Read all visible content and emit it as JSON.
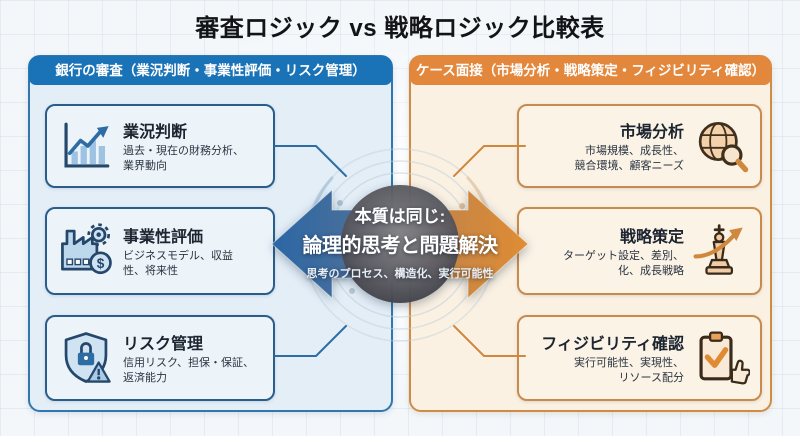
{
  "page": {
    "title": "審査ロジック vs 戦略ロジック比較表"
  },
  "left_panel": {
    "header": "銀行の審査（業況判断・事業性評価・リスク管理）",
    "accent_color": "#1a73b7",
    "cards": [
      {
        "icon": "growth-chart-icon",
        "title": "業況判断",
        "desc": "過去・現在の財務分析、\n業界動向"
      },
      {
        "icon": "factory-gear-icon",
        "title": "事業性評価",
        "desc": "ビジネスモデル、収益\n性、将来性"
      },
      {
        "icon": "shield-lock-icon",
        "title": "リスク管理",
        "desc": "信用リスク、担保・保証、\n返済能力"
      }
    ]
  },
  "right_panel": {
    "header": "ケース面接（市場分析・戦略策定・フィジビリティ確認）",
    "accent_color": "#e2873c",
    "cards": [
      {
        "icon": "globe-search-icon",
        "title": "市場分析",
        "desc": "市場規模、成長性、\n競合環境、顧客ニーズ"
      },
      {
        "icon": "chess-strategy-icon",
        "title": "戦略策定",
        "desc": "ターゲット設定、差別、\n化、成長戦略"
      },
      {
        "icon": "clipboard-check-icon",
        "title": "フィジビリティ確認",
        "desc": "実行可能性、実現性、\nリソース配分"
      }
    ]
  },
  "center": {
    "line1": "本質は同じ:",
    "line2": "論理的思考と問題解決",
    "line3": "思考のプロセス、構造化、実行可能性",
    "left_color": "#2b67a5",
    "right_color": "#e08c33"
  }
}
